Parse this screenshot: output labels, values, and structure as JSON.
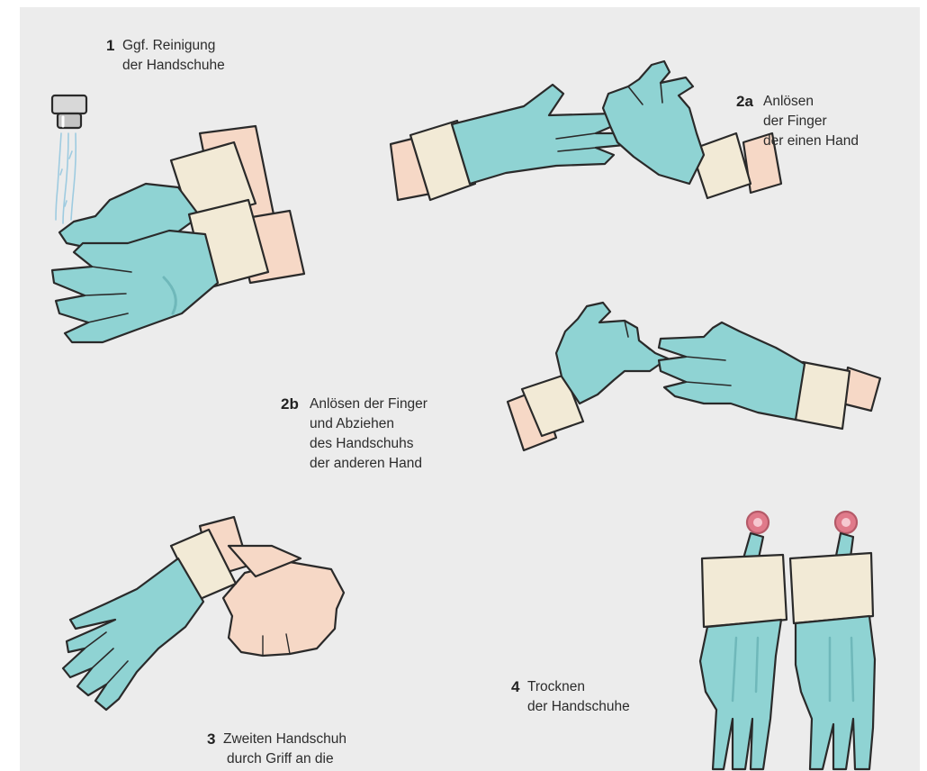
{
  "steps": [
    {
      "id": "1",
      "number": "1",
      "lines": [
        "Ggf. Reinigung",
        "der Handschuhe"
      ]
    },
    {
      "id": "2a",
      "number": "2a",
      "lines": [
        "Anlösen",
        "der Finger",
        "der einen Hand"
      ]
    },
    {
      "id": "2b",
      "number": "2b",
      "lines": [
        "Anlösen der Finger",
        "und Abziehen",
        "des Handschuhs",
        "der anderen Hand"
      ]
    },
    {
      "id": "3",
      "number": "3",
      "lines": [
        "Zweiten Handschuh",
        "durch Griff an die"
      ]
    },
    {
      "id": "4",
      "number": "4",
      "lines": [
        "Trocknen",
        "der Handschuhe"
      ]
    }
  ],
  "colors": {
    "glove": "#8fd3d3",
    "glove_shade": "#6fb8ba",
    "cuff": "#f2ead6",
    "skin": "#f6d8c6",
    "outline": "#2a2a2a",
    "background": "#ececec",
    "peg": "#e07a8a"
  }
}
